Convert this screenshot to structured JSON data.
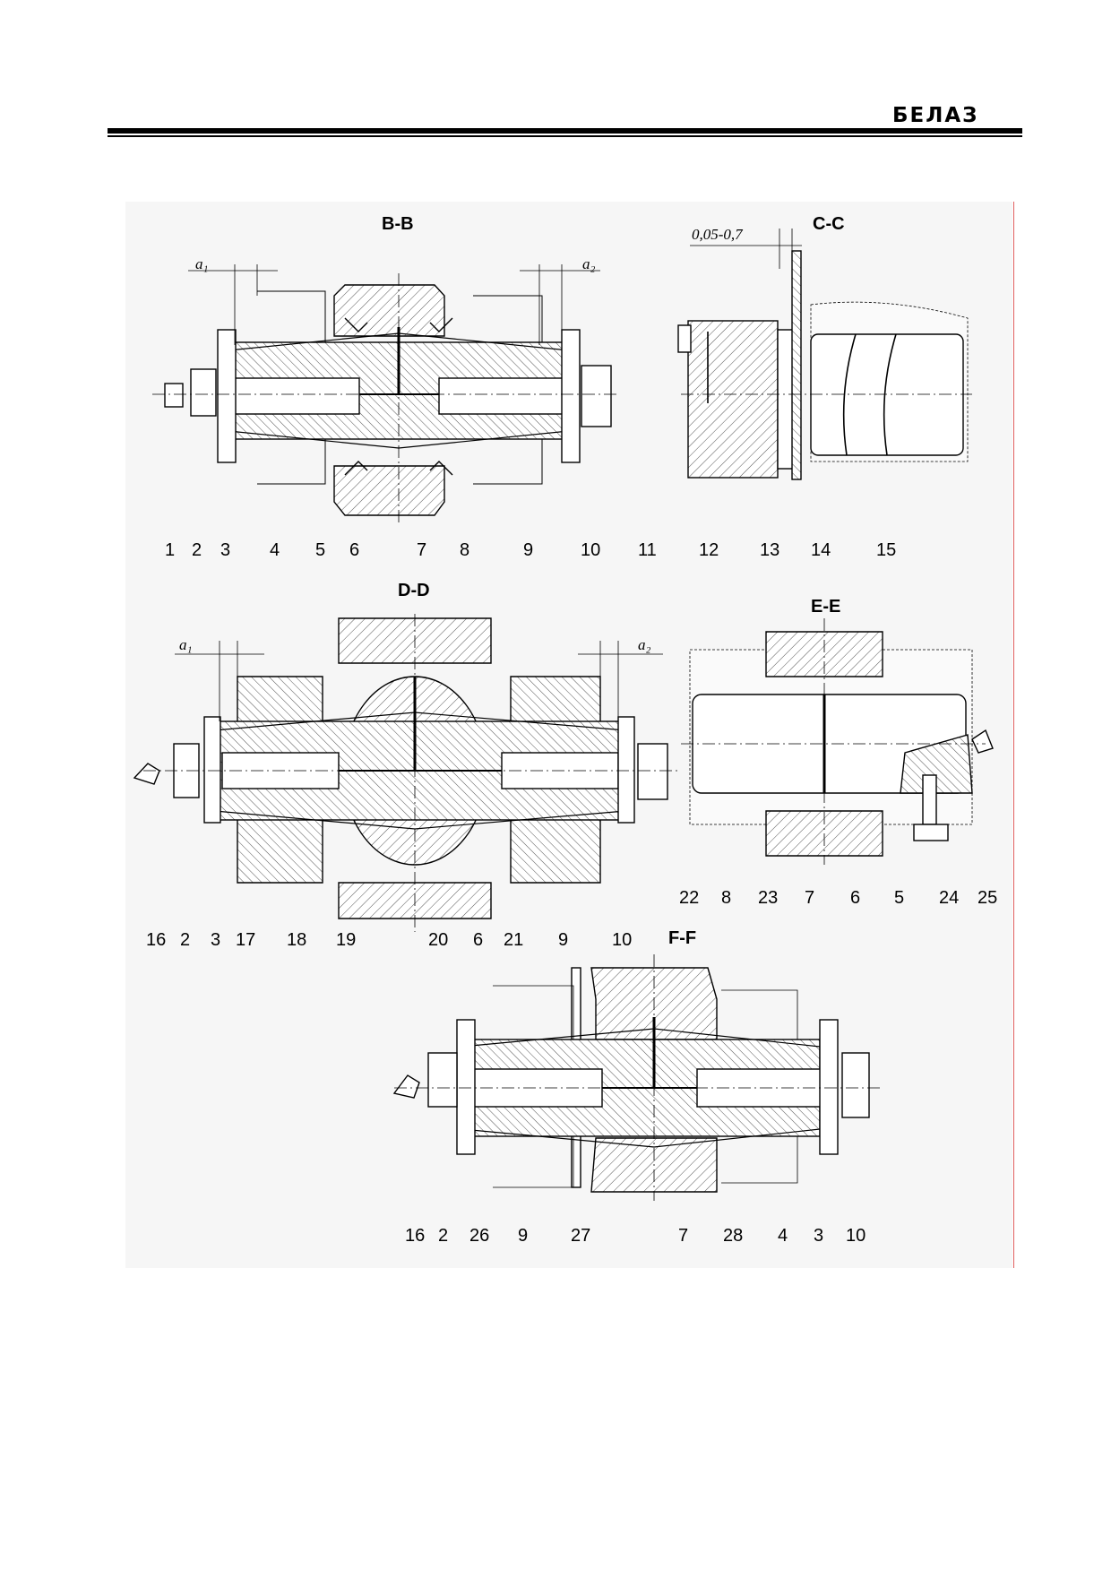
{
  "header": {
    "brand": "БЕЛАЗ"
  },
  "sections": {
    "bb": {
      "title": "B-B",
      "dim_a1": "a₁",
      "dim_a2": "a₂",
      "callouts": [
        "1",
        "2",
        "3",
        "4",
        "5",
        "6",
        "7",
        "8",
        "9",
        "10"
      ]
    },
    "cc": {
      "title": "C-C",
      "dim": "0,05-0,7",
      "callouts": [
        "11",
        "12",
        "13",
        "14",
        "15"
      ]
    },
    "dd": {
      "title": "D-D",
      "dim_a1": "a₁",
      "dim_a2": "a₂",
      "callouts": [
        "16",
        "2",
        "3",
        "17",
        "18",
        "19",
        "20",
        "6",
        "21",
        "9",
        "10"
      ]
    },
    "ee": {
      "title": "E-E",
      "callouts": [
        "22",
        "8",
        "23",
        "7",
        "6",
        "5",
        "24",
        "25"
      ]
    },
    "ff": {
      "title": "F-F",
      "callouts": [
        "16",
        "2",
        "26",
        "9",
        "27",
        "7",
        "28",
        "4",
        "3",
        "10"
      ]
    }
  }
}
